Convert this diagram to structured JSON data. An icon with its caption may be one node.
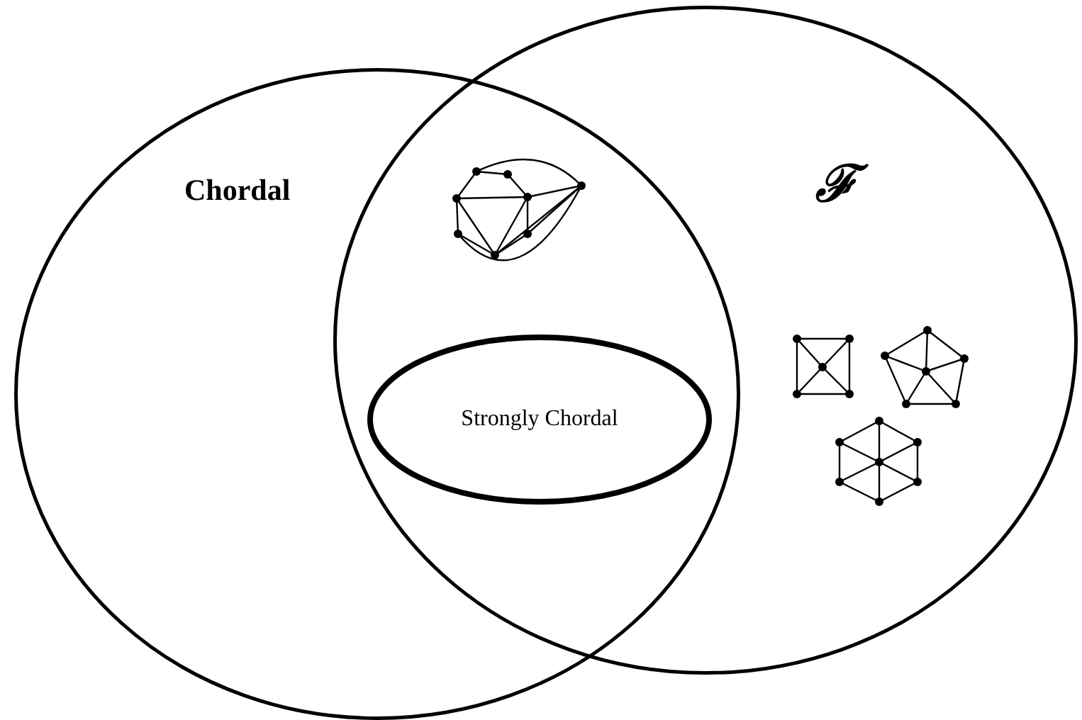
{
  "diagram": {
    "nodes": [
      {
        "text": [
          "Chordal"
        ]
      },
      {
        "text": [
          "ℱ"
        ]
      },
      {
        "text": [
          "Strongly Chordal"
        ]
      }
    ]
  }
}
